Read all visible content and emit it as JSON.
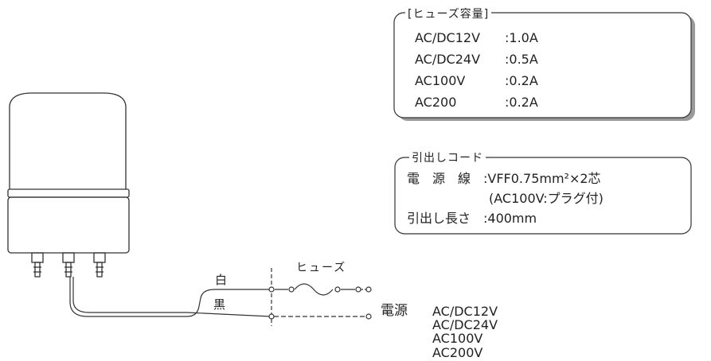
{
  "fuse_box": {
    "title": "[ヒューズ容量]",
    "rows": [
      {
        "voltage": "AC/DC12V",
        "amps": ":1.0A"
      },
      {
        "voltage": "AC/DC24V",
        "amps": ":0.5A"
      },
      {
        "voltage": "AC100V",
        "amps": ":0.2A"
      },
      {
        "voltage": "AC200",
        "amps": ":0.2A"
      }
    ]
  },
  "cord_box": {
    "title": "引出しコード",
    "wire_label": "電　源　線",
    "wire_value": ":VFF0.75mm²×2芯",
    "wire_note": "(AC100V:プラグ付)",
    "length_label": "引出し長さ",
    "length_value": ":400mm"
  },
  "wiring": {
    "white_wire": "白",
    "black_wire": "黒",
    "fuse": "ヒューズ",
    "power": "電源",
    "voltages": [
      "AC/DC12V",
      "AC/DC24V",
      "AC100V",
      "AC200V"
    ]
  },
  "colors": {
    "line": "#333333",
    "box_shadow": "#9a9a9a"
  }
}
